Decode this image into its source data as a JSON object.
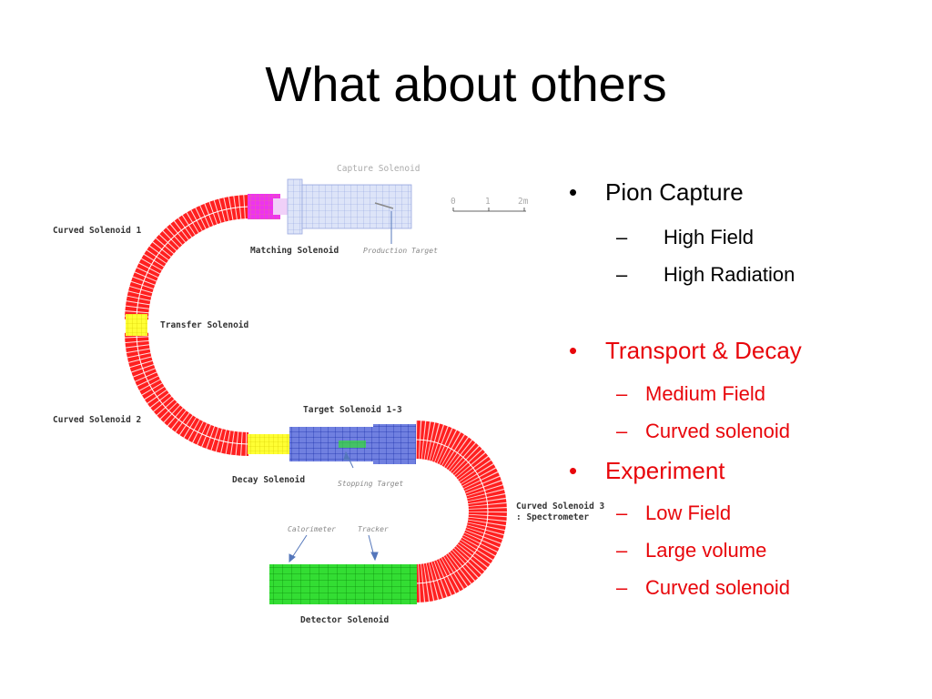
{
  "slide": {
    "title": "What about others"
  },
  "diagram": {
    "labels": {
      "capture": "Capture Solenoid",
      "matching": "Matching Solenoid",
      "production_target": "Production Target",
      "curved1": "Curved Solenoid 1",
      "transfer": "Transfer Solenoid",
      "curved2": "Curved Solenoid 2",
      "target_solenoid": "Target Solenoid 1-3",
      "decay": "Decay Solenoid",
      "stopping_target": "Stopping Target",
      "curved3_line1": "Curved Solenoid 3",
      "curved3_line2": ": Spectrometer",
      "calorimeter": "Calorimeter",
      "tracker": "Tracker",
      "detector": "Detector Solenoid"
    },
    "scale": {
      "ticks": [
        "0",
        "1",
        "2m"
      ]
    },
    "colors": {
      "curved": "#ff2020",
      "matching": "#ee33ee",
      "capture": "#c9d4f2",
      "transfer": "#ffff33",
      "target": "#6677dd",
      "detector": "#33dd33"
    }
  },
  "bullets": [
    {
      "text": "Pion Capture",
      "color": "black",
      "subs": [
        {
          "text": "High Field"
        },
        {
          "text": "High Radiation"
        }
      ]
    },
    {
      "text": "Transport & Decay",
      "color": "red",
      "subs": [
        {
          "text": "Medium Field"
        },
        {
          "text": "Curved solenoid"
        }
      ]
    },
    {
      "text": "Experiment",
      "color": "red",
      "subs": [
        {
          "text": "Low Field"
        },
        {
          "text": "Large volume"
        },
        {
          "text": "Curved solenoid"
        }
      ]
    }
  ]
}
